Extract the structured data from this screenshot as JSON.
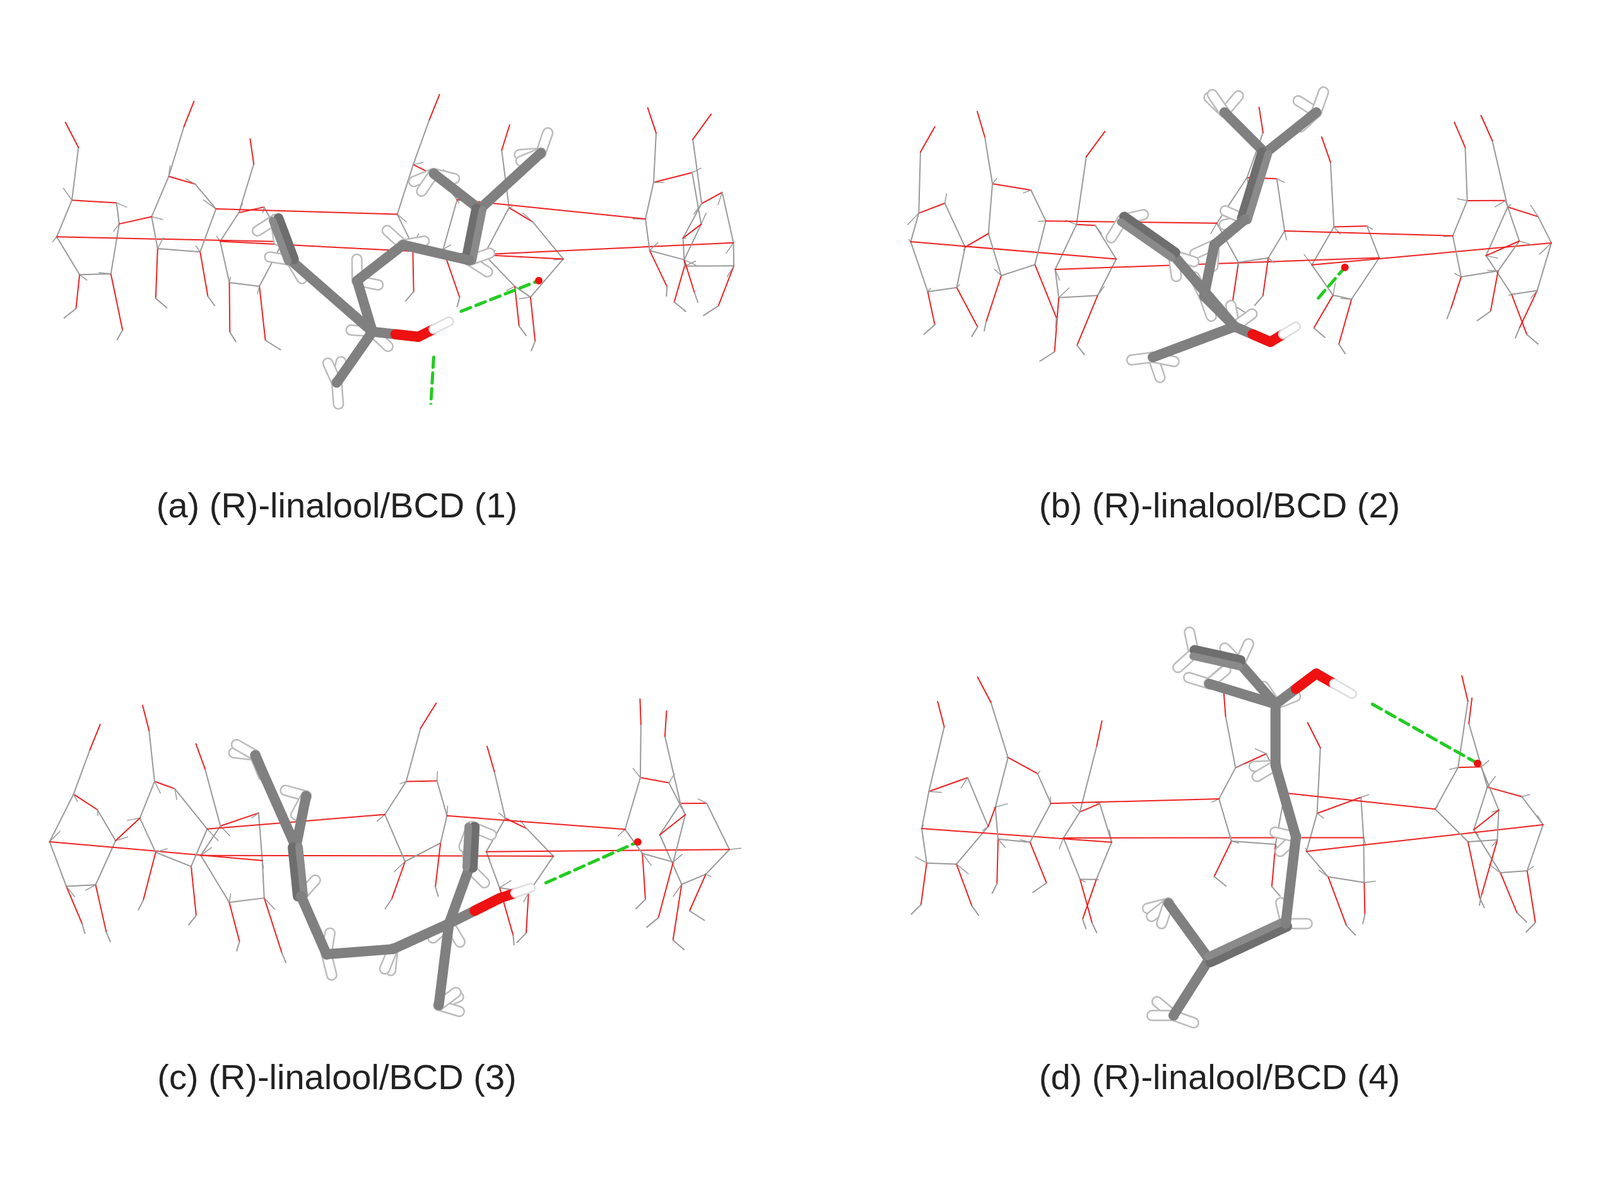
{
  "diagram": {
    "labels": [
      "(a) (R)-linalool/BCD (1)",
      "(b) (R)-linalool/BCD (2)",
      "(c) (R)-linalool/BCD (3)",
      "(d) (R)-linalool/BCD (4)"
    ]
  }
}
